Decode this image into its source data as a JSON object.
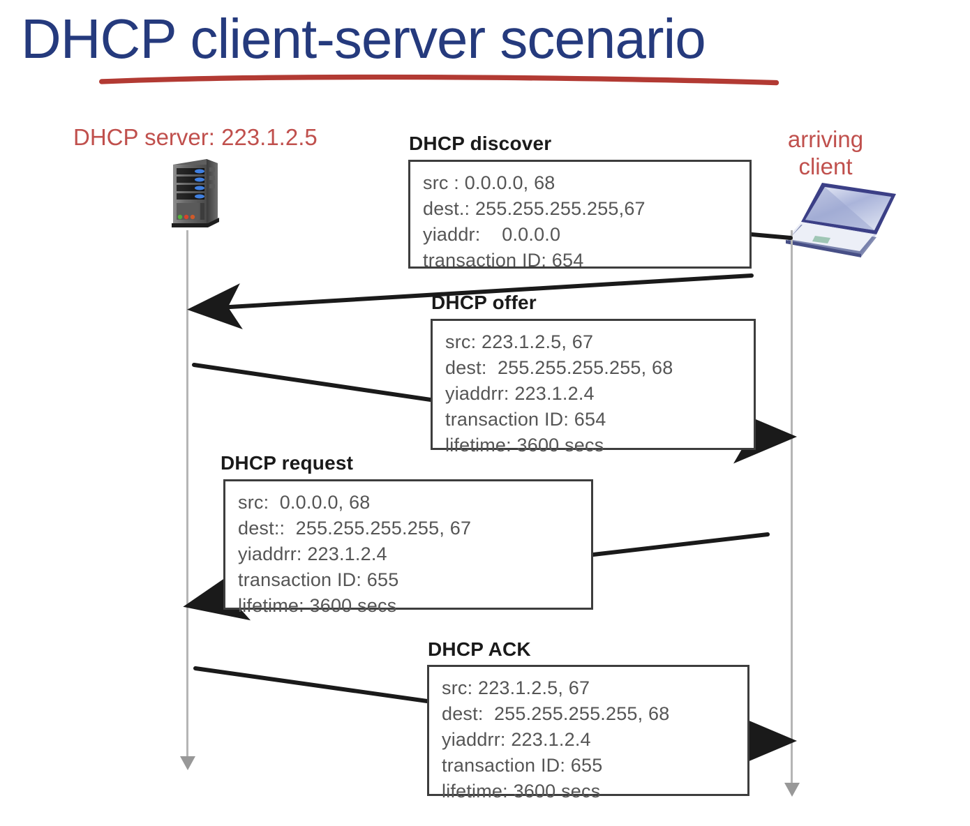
{
  "slide": {
    "title": "DHCP client-server scenario",
    "title_color": "#253a7d",
    "underline_color": "#b23a33",
    "background": "#ffffff"
  },
  "endpoints": {
    "server": {
      "label": "DHCP server: 223.1.2.5",
      "color": "#c0504d",
      "icon": "server-tower-icon"
    },
    "client": {
      "label_line1": "arriving",
      "label_line2": "client",
      "color": "#c0504d",
      "icon": "laptop-icon"
    }
  },
  "messages": [
    {
      "id": "discover",
      "title": "DHCP discover",
      "lines": [
        "src : 0.0.0.0, 68",
        "dest.: 255.255.255.255,67",
        "yiaddr:    0.0.0.0",
        "transaction ID: 654"
      ],
      "direction": "client-to-server"
    },
    {
      "id": "offer",
      "title": "DHCP offer",
      "lines": [
        "src: 223.1.2.5, 67",
        "dest:  255.255.255.255, 68",
        "yiaddrr: 223.1.2.4",
        "transaction ID: 654",
        "lifetime: 3600 secs"
      ],
      "direction": "server-to-client"
    },
    {
      "id": "request",
      "title": "DHCP request",
      "lines": [
        "src:  0.0.0.0, 68",
        "dest::  255.255.255.255, 67",
        "yiaddrr: 223.1.2.4",
        "transaction ID: 655",
        "lifetime: 3600 secs"
      ],
      "direction": "client-to-server"
    },
    {
      "id": "ack",
      "title": "DHCP ACK",
      "lines": [
        "src: 223.1.2.5, 67",
        "dest:  255.255.255.255, 68",
        "yiaddrr: 223.1.2.4",
        "transaction ID: 655",
        "lifetime: 3600 secs"
      ],
      "direction": "server-to-client"
    }
  ]
}
